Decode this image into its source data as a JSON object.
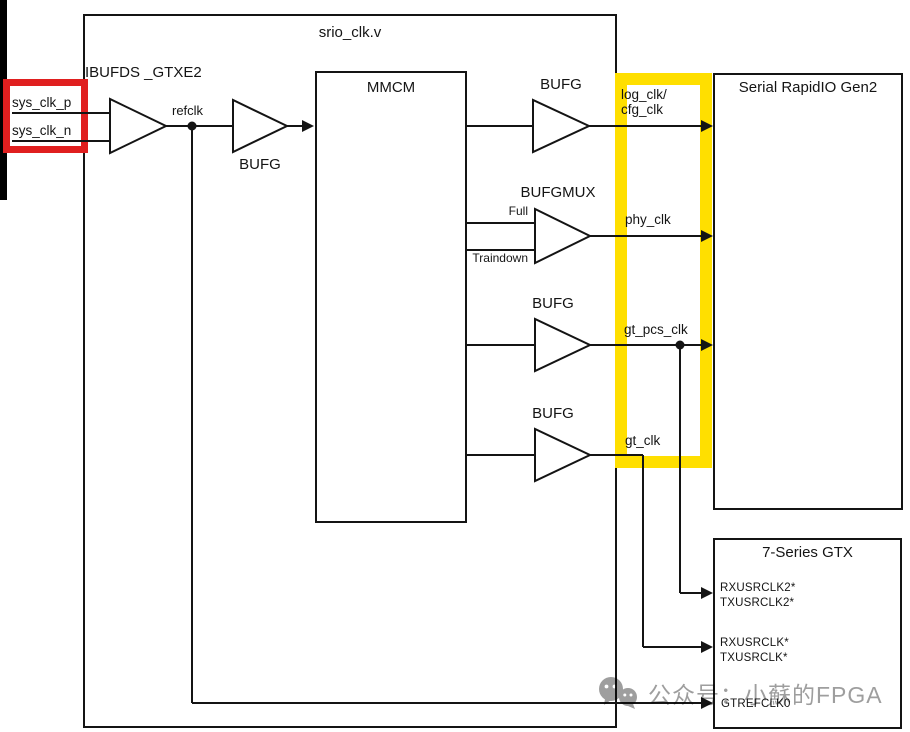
{
  "colors": {
    "highlight_red": "#e01f1f",
    "highlight_yellow": "#ffdf00",
    "watermark_gray": "#9e9e9e"
  },
  "module_box": {
    "title": "srio_clk.v"
  },
  "input_section": {
    "buffer_label": "IBUFDS _GTXE2",
    "sys_clk_p": "sys_clk_p",
    "sys_clk_n": "sys_clk_n",
    "refclk": "refclk",
    "bufg_label": "BUFG"
  },
  "mmcm": {
    "label": "MMCM"
  },
  "clock_branches": {
    "log": {
      "buffer": "BUFG",
      "signal_line1": "log_clk/",
      "signal_line2": "cfg_clk"
    },
    "phy": {
      "buffer": "BUFGMUX",
      "mux_input_top": "Full",
      "mux_input_bottom": "Traindown",
      "signal": "phy_clk"
    },
    "pcs": {
      "buffer": "BUFG",
      "signal": "gt_pcs_clk"
    },
    "gt": {
      "buffer": "BUFG",
      "signal": "gt_clk"
    }
  },
  "serial_rapidio_box": {
    "title": "Serial RapidIO Gen2"
  },
  "gtx_box": {
    "title": "7-Series GTX",
    "port_rx2": "RXUSRCLK2*",
    "port_tx2": "TXUSRCLK2*",
    "port_rx": "RXUSRCLK*",
    "port_tx": "TXUSRCLK*",
    "port_gtref": "GTREFCLK0"
  },
  "watermark": {
    "text": "公众号：小蘇的FPGA"
  }
}
